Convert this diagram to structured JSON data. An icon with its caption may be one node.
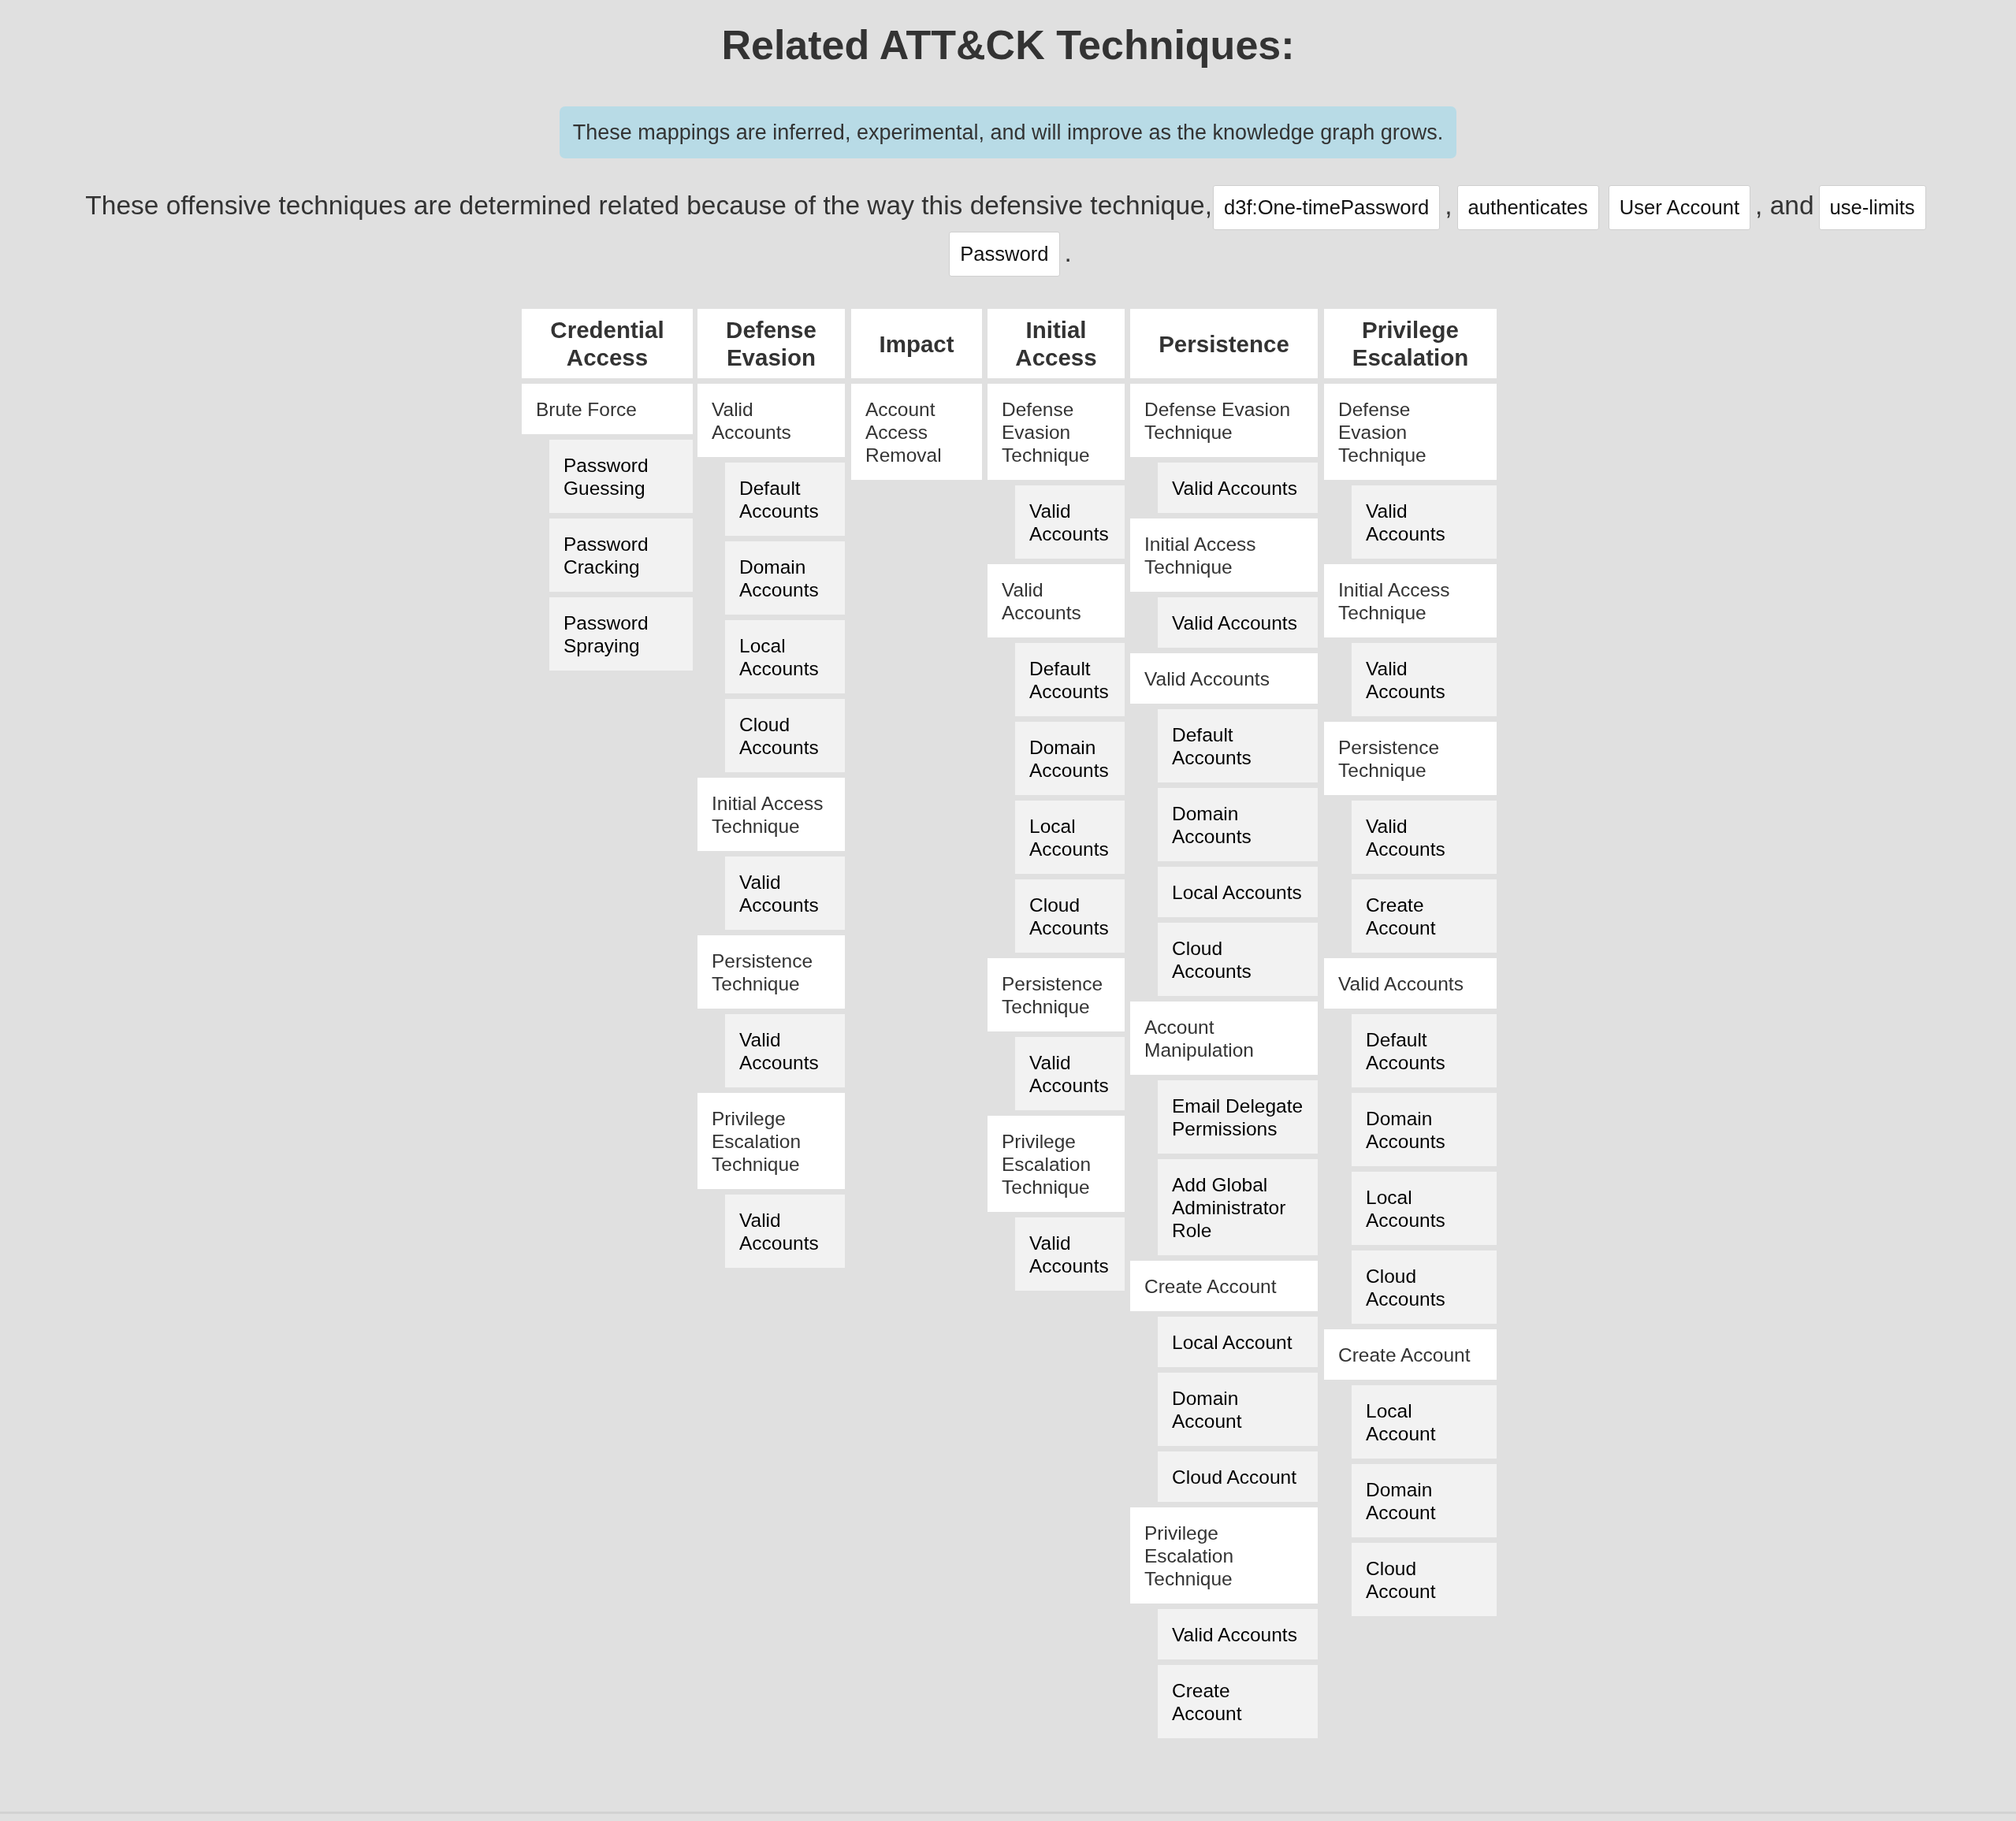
{
  "diagram": {
    "title": "Related ATT&CK Techniques:",
    "nodes": [
      {
        "text": [
          "These mappings are inferred, experimental, and will improve as the knowledge graph grows."
        ]
      },
      {
        "text": [
          "d3f:One-timePassword"
        ]
      },
      {
        "text": [
          "authenticates"
        ]
      },
      {
        "text": [
          "User Account"
        ]
      },
      {
        "text": [
          "use-limits"
        ]
      },
      {
        "text": [
          "Password"
        ]
      },
      {
        "text": [
          "Credential Access"
        ]
      },
      {
        "text": [
          "Brute Force"
        ]
      },
      {
        "text": [
          "Password Guessing"
        ]
      },
      {
        "text": [
          "Password Cracking"
        ]
      },
      {
        "text": [
          "Password Spraying"
        ]
      },
      {
        "text": [
          "Defense Evasion"
        ]
      },
      {
        "text": [
          "Valid Accounts"
        ]
      },
      {
        "text": [
          "Default Accounts"
        ]
      },
      {
        "text": [
          "Domain Accounts"
        ]
      },
      {
        "text": [
          "Local Accounts"
        ]
      },
      {
        "text": [
          "Cloud Accounts"
        ]
      },
      {
        "text": [
          "Initial Access Technique"
        ]
      },
      {
        "text": [
          "Valid Accounts"
        ]
      },
      {
        "text": [
          "Persistence Technique"
        ]
      },
      {
        "text": [
          "Valid Accounts"
        ]
      },
      {
        "text": [
          "Privilege Escalation Technique"
        ]
      },
      {
        "text": [
          "Valid Accounts"
        ]
      },
      {
        "text": [
          "Impact"
        ]
      },
      {
        "text": [
          "Account Access Removal"
        ]
      },
      {
        "text": [
          "Initial Access"
        ]
      },
      {
        "text": [
          "Defense Evasion Technique"
        ]
      },
      {
        "text": [
          "Valid Accounts"
        ]
      },
      {
        "text": [
          "Valid Accounts"
        ]
      },
      {
        "text": [
          "Default Accounts"
        ]
      },
      {
        "text": [
          "Domain Accounts"
        ]
      },
      {
        "text": [
          "Local Accounts"
        ]
      },
      {
        "text": [
          "Cloud Accounts"
        ]
      },
      {
        "text": [
          "Persistence Technique"
        ]
      },
      {
        "text": [
          "Valid Accounts"
        ]
      },
      {
        "text": [
          "Privilege Escalation Technique"
        ]
      },
      {
        "text": [
          "Valid Accounts"
        ]
      },
      {
        "text": [
          "Persistence"
        ]
      },
      {
        "text": [
          "Defense Evasion Technique"
        ]
      },
      {
        "text": [
          "Valid Accounts"
        ]
      },
      {
        "text": [
          "Initial Access Technique"
        ]
      },
      {
        "text": [
          "Valid Accounts"
        ]
      },
      {
        "text": [
          "Valid Accounts"
        ]
      },
      {
        "text": [
          "Default Accounts"
        ]
      },
      {
        "text": [
          "Domain Accounts"
        ]
      },
      {
        "text": [
          "Local Accounts"
        ]
      },
      {
        "text": [
          "Cloud Accounts"
        ]
      },
      {
        "text": [
          "Account Manipulation"
        ]
      },
      {
        "text": [
          "Email Delegate Permissions"
        ]
      },
      {
        "text": [
          "Add Global Administrator Role"
        ]
      },
      {
        "text": [
          "Create Account"
        ]
      },
      {
        "text": [
          "Local Account"
        ]
      },
      {
        "text": [
          "Domain Account"
        ]
      },
      {
        "text": [
          "Cloud Account"
        ]
      },
      {
        "text": [
          "Privilege Escalation Technique"
        ]
      },
      {
        "text": [
          "Valid Accounts"
        ]
      },
      {
        "text": [
          "Create Account"
        ]
      },
      {
        "text": [
          "Privilege Escalation"
        ]
      },
      {
        "text": [
          "Defense Evasion Technique"
        ]
      },
      {
        "text": [
          "Valid Accounts"
        ]
      },
      {
        "text": [
          "Initial Access Technique"
        ]
      },
      {
        "text": [
          "Valid Accounts"
        ]
      },
      {
        "text": [
          "Persistence Technique"
        ]
      },
      {
        "text": [
          "Valid Accounts"
        ]
      },
      {
        "text": [
          "Create Account"
        ]
      },
      {
        "text": [
          "Valid Accounts"
        ]
      },
      {
        "text": [
          "Default Accounts"
        ]
      },
      {
        "text": [
          "Domain Accounts"
        ]
      },
      {
        "text": [
          "Local Accounts"
        ]
      },
      {
        "text": [
          "Cloud Accounts"
        ]
      },
      {
        "text": [
          "Create Account"
        ]
      },
      {
        "text": [
          "Local Account"
        ]
      },
      {
        "text": [
          "Domain Account"
        ]
      },
      {
        "text": [
          "Cloud Account"
        ]
      }
    ],
    "labels": [
      "These offensive techniques are determined related because of the way this defensive technique,",
      ",",
      ", and",
      "."
    ]
  }
}
